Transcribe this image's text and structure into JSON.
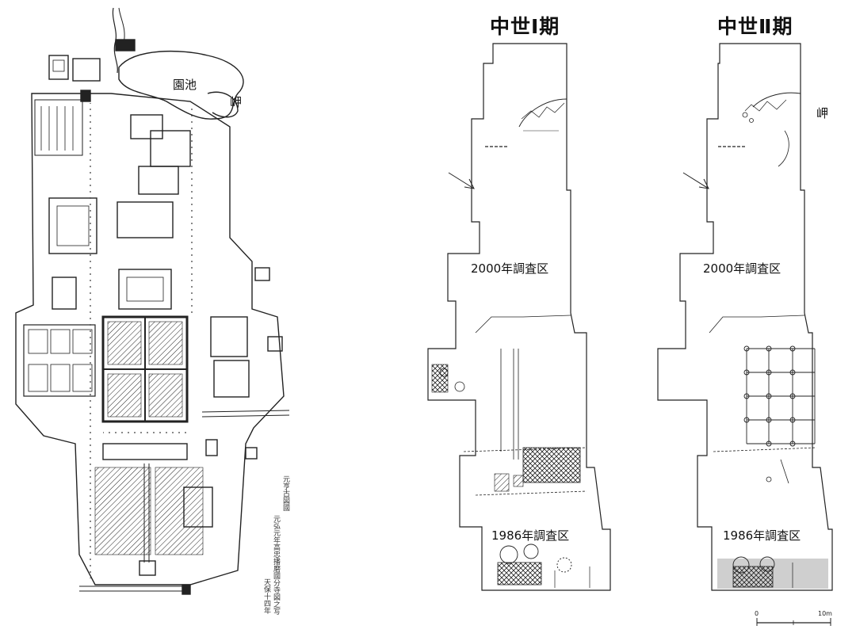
{
  "left_map": {
    "pond_label": "園池",
    "cape_label": "岬",
    "vertical_notes": [
      "元亨古図國",
      "元弘元年高忠播磨國分寺図之写",
      "天保十四年"
    ]
  },
  "panel_1": {
    "title": "中世Ⅰ期",
    "area_2000": "2000年調査区",
    "area_1986": "1986年調査区"
  },
  "panel_2": {
    "title": "中世Ⅱ期",
    "cape_label": "岬",
    "area_2000": "2000年調査区",
    "area_1986": "1986年調査区"
  },
  "scale_bar": {
    "start": "0",
    "end": "10m"
  }
}
